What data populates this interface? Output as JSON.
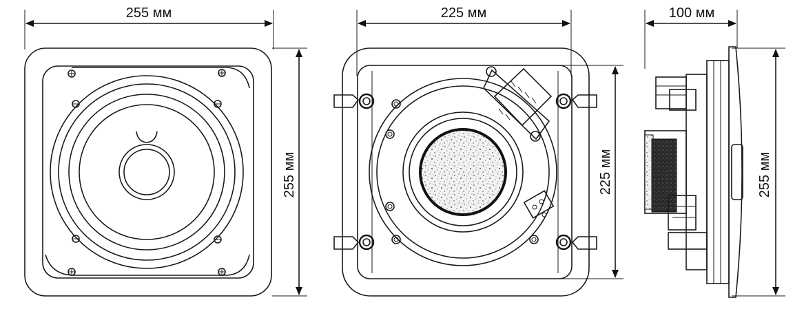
{
  "dimensions": {
    "front_width": "255 мм",
    "front_height": "255 мм",
    "back_width": "225 мм",
    "back_height": "225 мм",
    "side_depth": "100 мм",
    "side_height": "255 мм"
  }
}
